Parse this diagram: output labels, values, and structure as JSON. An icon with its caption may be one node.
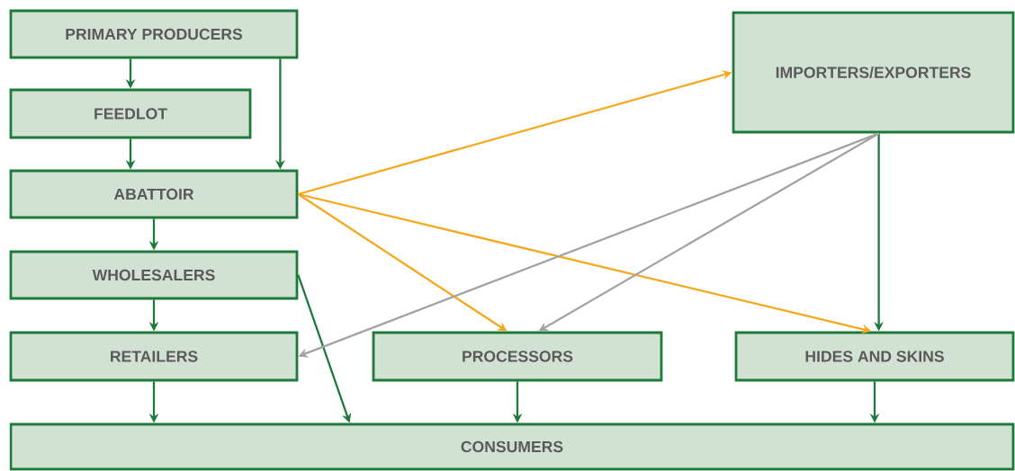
{
  "diagram": {
    "nodes": [
      {
        "text": [
          "PRIMARY PRODUCERS"
        ]
      },
      {
        "text": [
          "FEEDLOT"
        ]
      },
      {
        "text": [
          "ABATTOIR"
        ]
      },
      {
        "text": [
          "WHOLESALERS"
        ]
      },
      {
        "text": [
          "RETAILERS"
        ]
      },
      {
        "text": [
          "IMPORTERS/EXPORTERS"
        ]
      },
      {
        "text": [
          "PROCESSORS"
        ]
      },
      {
        "text": [
          "HIDES AND SKINS"
        ]
      },
      {
        "text": [
          "CONSUMERS"
        ]
      }
    ],
    "edges": [
      {
        "from": 0,
        "to": 1,
        "arrow": "to"
      },
      {
        "from": 0,
        "to": 2,
        "arrow": "to"
      },
      {
        "from": 1,
        "to": 2,
        "arrow": "to"
      },
      {
        "from": 2,
        "to": 3,
        "arrow": "to"
      },
      {
        "from": 3,
        "to": 4,
        "arrow": "to"
      },
      {
        "from": 3,
        "to": 8,
        "arrow": "to"
      },
      {
        "from": 4,
        "to": 8,
        "arrow": "to"
      },
      {
        "from": 6,
        "to": 8,
        "arrow": "to"
      },
      {
        "from": 7,
        "to": 8,
        "arrow": "to"
      },
      {
        "from": 5,
        "to": 7,
        "arrow": "to"
      },
      {
        "from": 2,
        "to": 5,
        "arrow": "to",
        "color": "#f5a81c"
      },
      {
        "from": 2,
        "to": 6,
        "arrow": "to",
        "color": "#f5a81c"
      },
      {
        "from": 2,
        "to": 7,
        "arrow": "to",
        "color": "#f5a81c"
      },
      {
        "from": 5,
        "to": 4,
        "arrow": "to",
        "color": "#a3a3a3"
      },
      {
        "from": 5,
        "to": 6,
        "arrow": "to",
        "color": "#a3a3a3"
      }
    ]
  }
}
